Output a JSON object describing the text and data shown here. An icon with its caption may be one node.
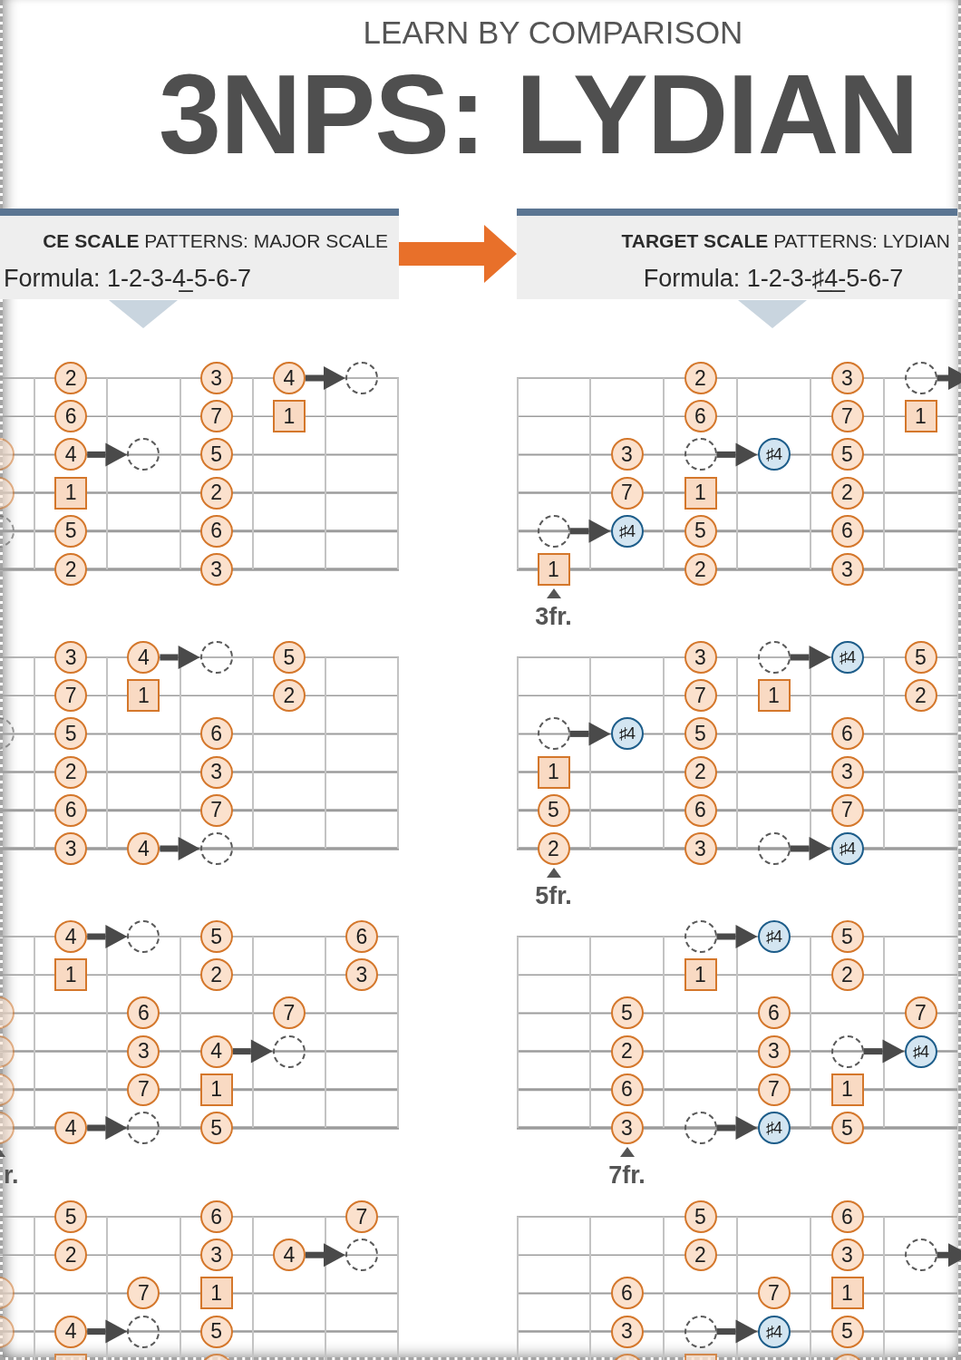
{
  "diagram": {
    "title": "3NPS: LYDIAN",
    "nodes": [
      {
        "text": [
          "**CE SCALE** PATTERNS: MAJOR SCALE",
          "Formula: 1-2-3-4̲-5-6-7"
        ]
      },
      {
        "text": [
          "**TARGET SCALE** PATTERNS: LYDIAN",
          "Formula: 1-2-3-♯̲4̲-5-6-7"
        ]
      },
      {
        "text": [
          "2"
        ]
      },
      {
        "text": [
          "3"
        ]
      },
      {
        "text": [
          "4"
        ]
      },
      {
        "text": [],
        "shape": "circle"
      },
      {
        "text": [
          "6"
        ]
      },
      {
        "text": [
          "7"
        ]
      },
      {
        "text": [
          "1"
        ]
      },
      {
        "text": [],
        "shape": "circle"
      },
      {
        "text": [
          "4"
        ]
      },
      {
        "text": [],
        "shape": "circle"
      },
      {
        "text": [
          "5"
        ]
      },
      {
        "text": [],
        "shape": "circle"
      },
      {
        "text": [
          "1"
        ]
      },
      {
        "text": [
          "2"
        ]
      },
      {
        "text": [],
        "shape": "circle"
      },
      {
        "text": [
          "5"
        ]
      },
      {
        "text": [
          "6"
        ]
      },
      {
        "text": [
          "2"
        ]
      },
      {
        "text": [
          "3"
        ]
      },
      {
        "text": [
          "2"
        ]
      },
      {
        "text": [
          "3"
        ]
      },
      {
        "text": [],
        "shape": "circle"
      },
      {
        "text": [
          "6"
        ]
      },
      {
        "text": [
          "7"
        ]
      },
      {
        "text": [
          "1"
        ]
      },
      {
        "text": [
          "3"
        ]
      },
      {
        "text": [],
        "shape": "circle"
      },
      {
        "text": [
          "♯4"
        ]
      },
      {
        "text": [
          "5"
        ]
      },
      {
        "text": [
          "7"
        ]
      },
      {
        "text": [
          "1"
        ]
      },
      {
        "text": [
          "2"
        ]
      },
      {
        "text": [],
        "shape": "circle"
      },
      {
        "text": [
          "♯4"
        ]
      },
      {
        "text": [
          "5"
        ]
      },
      {
        "text": [
          "6"
        ]
      },
      {
        "text": [
          "1"
        ]
      },
      {
        "text": [
          "2"
        ]
      },
      {
        "text": [
          "3"
        ]
      },
      {
        "text": [
          "3"
        ]
      },
      {
        "text": [
          "4"
        ]
      },
      {
        "text": [],
        "shape": "circle"
      },
      {
        "text": [
          "5"
        ]
      },
      {
        "text": [
          "7"
        ]
      },
      {
        "text": [
          "1"
        ]
      },
      {
        "text": [
          "2"
        ]
      },
      {
        "text": [],
        "shape": "circle"
      },
      {
        "text": [
          "5"
        ]
      },
      {
        "text": [
          "6"
        ]
      },
      {
        "text": [
          "2"
        ]
      },
      {
        "text": [
          "3"
        ]
      },
      {
        "text": [
          "6"
        ]
      },
      {
        "text": [
          "7"
        ]
      },
      {
        "text": [
          "3"
        ]
      },
      {
        "text": [
          "4"
        ]
      },
      {
        "text": [],
        "shape": "circle"
      },
      {
        "text": [
          "3"
        ]
      },
      {
        "text": [],
        "shape": "circle"
      },
      {
        "text": [
          "♯4"
        ]
      },
      {
        "text": [
          "5"
        ]
      },
      {
        "text": [
          "7"
        ]
      },
      {
        "text": [
          "1"
        ]
      },
      {
        "text": [
          "2"
        ]
      },
      {
        "text": [],
        "shape": "circle"
      },
      {
        "text": [
          "♯4"
        ]
      },
      {
        "text": [
          "5"
        ]
      },
      {
        "text": [
          "6"
        ]
      },
      {
        "text": [
          "1"
        ]
      },
      {
        "text": [
          "2"
        ]
      },
      {
        "text": [
          "3"
        ]
      },
      {
        "text": [
          "5"
        ]
      },
      {
        "text": [
          "6"
        ]
      },
      {
        "text": [
          "7"
        ]
      },
      {
        "text": [
          "2"
        ]
      },
      {
        "text": [
          "3"
        ]
      },
      {
        "text": [],
        "shape": "circle"
      },
      {
        "text": [
          "♯4"
        ]
      },
      {
        "text": [
          "4"
        ]
      },
      {
        "text": [],
        "shape": "circle"
      },
      {
        "text": [
          "5"
        ]
      },
      {
        "text": [
          "6"
        ]
      },
      {
        "text": [
          "1"
        ]
      },
      {
        "text": [
          "2"
        ]
      },
      {
        "text": [
          "3"
        ]
      },
      {
        "text": [],
        "shape": "circle"
      },
      {
        "text": [
          "6"
        ]
      },
      {
        "text": [
          "7"
        ]
      },
      {
        "text": [],
        "shape": "circle"
      },
      {
        "text": [
          "3"
        ]
      },
      {
        "text": [
          "4"
        ]
      },
      {
        "text": [],
        "shape": "circle"
      },
      {
        "text": [],
        "shape": "circle"
      },
      {
        "text": [
          "7"
        ]
      },
      {
        "text": [
          "1"
        ]
      },
      {
        "text": [],
        "shape": "circle"
      },
      {
        "text": [
          "4"
        ]
      },
      {
        "text": [],
        "shape": "circle"
      },
      {
        "text": [
          "5"
        ]
      },
      {
        "text": [],
        "shape": "circle"
      },
      {
        "text": [
          "♯4"
        ]
      },
      {
        "text": [
          "5"
        ]
      },
      {
        "text": [
          "1"
        ]
      },
      {
        "text": [
          "2"
        ]
      },
      {
        "text": [
          "5"
        ]
      },
      {
        "text": [
          "6"
        ]
      },
      {
        "text": [
          "7"
        ]
      },
      {
        "text": [
          "2"
        ]
      },
      {
        "text": [
          "3"
        ]
      },
      {
        "text": [],
        "shape": "circle"
      },
      {
        "text": [
          "♯4"
        ]
      },
      {
        "text": [
          "6"
        ]
      },
      {
        "text": [
          "7"
        ]
      },
      {
        "text": [
          "1"
        ]
      },
      {
        "text": [
          "3"
        ]
      },
      {
        "text": [],
        "shape": "circle"
      },
      {
        "text": [
          "♯4"
        ]
      },
      {
        "text": [
          "5"
        ]
      },
      {
        "text": [
          "5"
        ]
      },
      {
        "text": [
          "6"
        ]
      },
      {
        "text": [
          "7"
        ]
      },
      {
        "text": [
          "2"
        ]
      },
      {
        "text": [
          "3"
        ]
      },
      {
        "text": [
          "4"
        ]
      },
      {
        "text": [],
        "shape": "circle"
      },
      {
        "text": [],
        "shape": "circle"
      },
      {
        "text": [
          "7"
        ]
      },
      {
        "text": [
          "1"
        ]
      },
      {
        "text": [],
        "shape": "circle"
      },
      {
        "text": [
          "4"
        ]
      },
      {
        "text": [],
        "shape": "circle"
      },
      {
        "text": [
          "5"
        ]
      },
      {
        "text": [],
        "shape": "box"
      },
      {
        "text": [],
        "shape": "circle"
      },
      {
        "text": [
          "5"
        ]
      },
      {
        "text": [
          "6"
        ]
      },
      {
        "text": [
          "2"
        ]
      },
      {
        "text": [
          "3"
        ]
      },
      {
        "text": [],
        "shape": "circle"
      },
      {
        "text": [
          "6"
        ]
      },
      {
        "text": [
          "7"
        ]
      },
      {
        "text": [
          "1"
        ]
      },
      {
        "text": [
          "3"
        ]
      },
      {
        "text": [],
        "shape": "circle"
      },
      {
        "text": [
          "♯4"
        ]
      },
      {
        "text": [
          "5"
        ]
      },
      {
        "text": [],
        "shape": "circle"
      },
      {
        "text": [],
        "shape": "box"
      },
      {
        "text": [],
        "shape": "circle"
      }
    ],
    "edges": [
      {
        "from": 0,
        "to": 1,
        "arrow": "to",
        "style": "thick",
        "color": "#e8702a"
      },
      {
        "from": 4,
        "to": 5,
        "arrow": "to"
      },
      {
        "from": 10,
        "to": 11,
        "arrow": "to"
      },
      {
        "from": 23,
        "to": null,
        "arrow": "to"
      },
      {
        "from": 28,
        "to": 29,
        "arrow": "to"
      },
      {
        "from": 34,
        "to": 35,
        "arrow": "to"
      },
      {
        "from": 42,
        "to": 43,
        "arrow": "to"
      },
      {
        "from": 56,
        "to": 57,
        "arrow": "to"
      },
      {
        "from": 59,
        "to": 60,
        "arrow": "to"
      },
      {
        "from": 65,
        "to": 66,
        "arrow": "to"
      },
      {
        "from": 77,
        "to": 78,
        "arrow": "to"
      },
      {
        "from": 79,
        "to": 80,
        "arrow": "to"
      },
      {
        "from": 91,
        "to": 92,
        "arrow": "to"
      },
      {
        "from": 97,
        "to": 98,
        "arrow": "to"
      },
      {
        "from": 100,
        "to": 101,
        "arrow": "to"
      },
      {
        "from": 110,
        "to": 111,
        "arrow": "to"
      },
      {
        "from": 116,
        "to": 117,
        "arrow": "to"
      },
      {
        "from": 124,
        "to": 125,
        "arrow": "to"
      },
      {
        "from": 130,
        "to": 131,
        "arrow": "to"
      },
      {
        "from": 139,
        "to": null,
        "arrow": "to"
      },
      {
        "from": 144,
        "to": 145,
        "arrow": "to"
      }
    ],
    "labels": [
      "LEARN BY COMPARISON",
      "3fr.",
      "5fr.",
      "r.",
      "7fr."
    ]
  }
}
